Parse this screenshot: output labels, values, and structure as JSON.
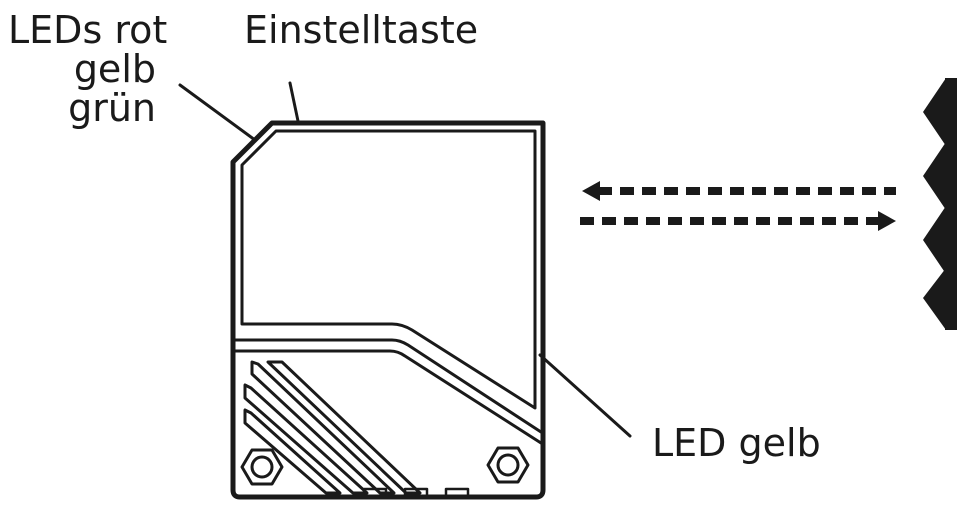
{
  "labels": {
    "leds_line1": "LEDs rot",
    "leds_line2": "gelb",
    "leds_line3": "grün",
    "adjust_button": "Einstelltaste",
    "led_yellow": "LED gelb"
  }
}
